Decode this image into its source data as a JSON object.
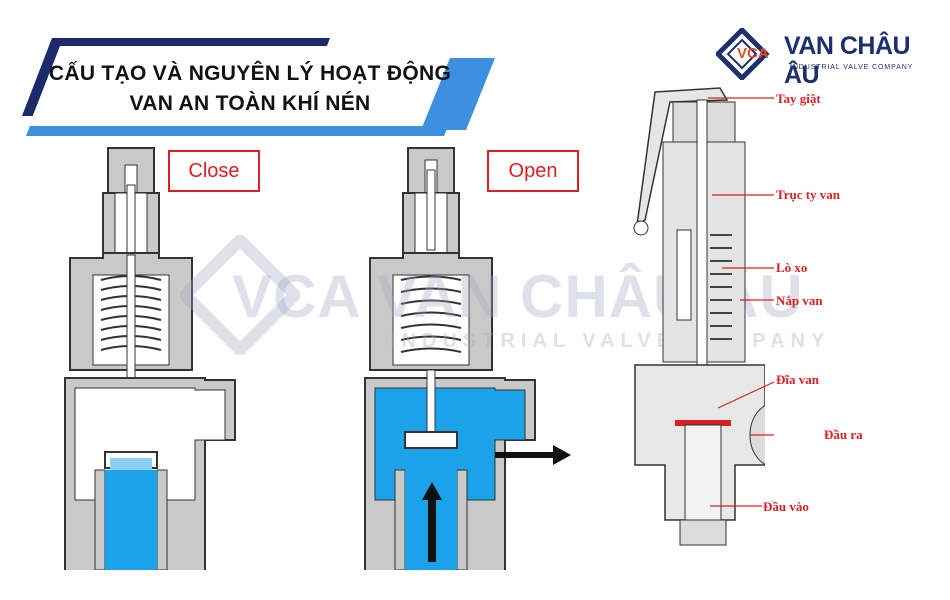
{
  "title": {
    "line1": "CẤU TẠO VÀ NGUYÊN LÝ HOẠT ĐỘNG",
    "line2": "VAN AN TOÀN KHÍ NÉN"
  },
  "logo": {
    "mark": "VCA",
    "name": "VAN CHÂU ÂU",
    "tagline": "INDUSTRIAL VALVE COMPANY"
  },
  "watermark": {
    "name": "VCA VAN CHÂU ÂU",
    "tagline": "INDUSTRIAL VALVE COMPANY"
  },
  "states": {
    "close": "Close",
    "open": "Open"
  },
  "parts": [
    {
      "label": "Tay giật"
    },
    {
      "label": "Trục ty van"
    },
    {
      "label": "Lò xo"
    },
    {
      "label": "Nắp van"
    },
    {
      "label": "Đĩa van"
    },
    {
      "label": "Đầu ra"
    },
    {
      "label": "Đầu vào"
    }
  ],
  "colors": {
    "banner_dark": "#1a2a6c",
    "banner_light": "#3d8fe0",
    "fluid": "#1aa3e8",
    "label_red": "#d62222",
    "casting_gray": "#c9c9c9"
  }
}
